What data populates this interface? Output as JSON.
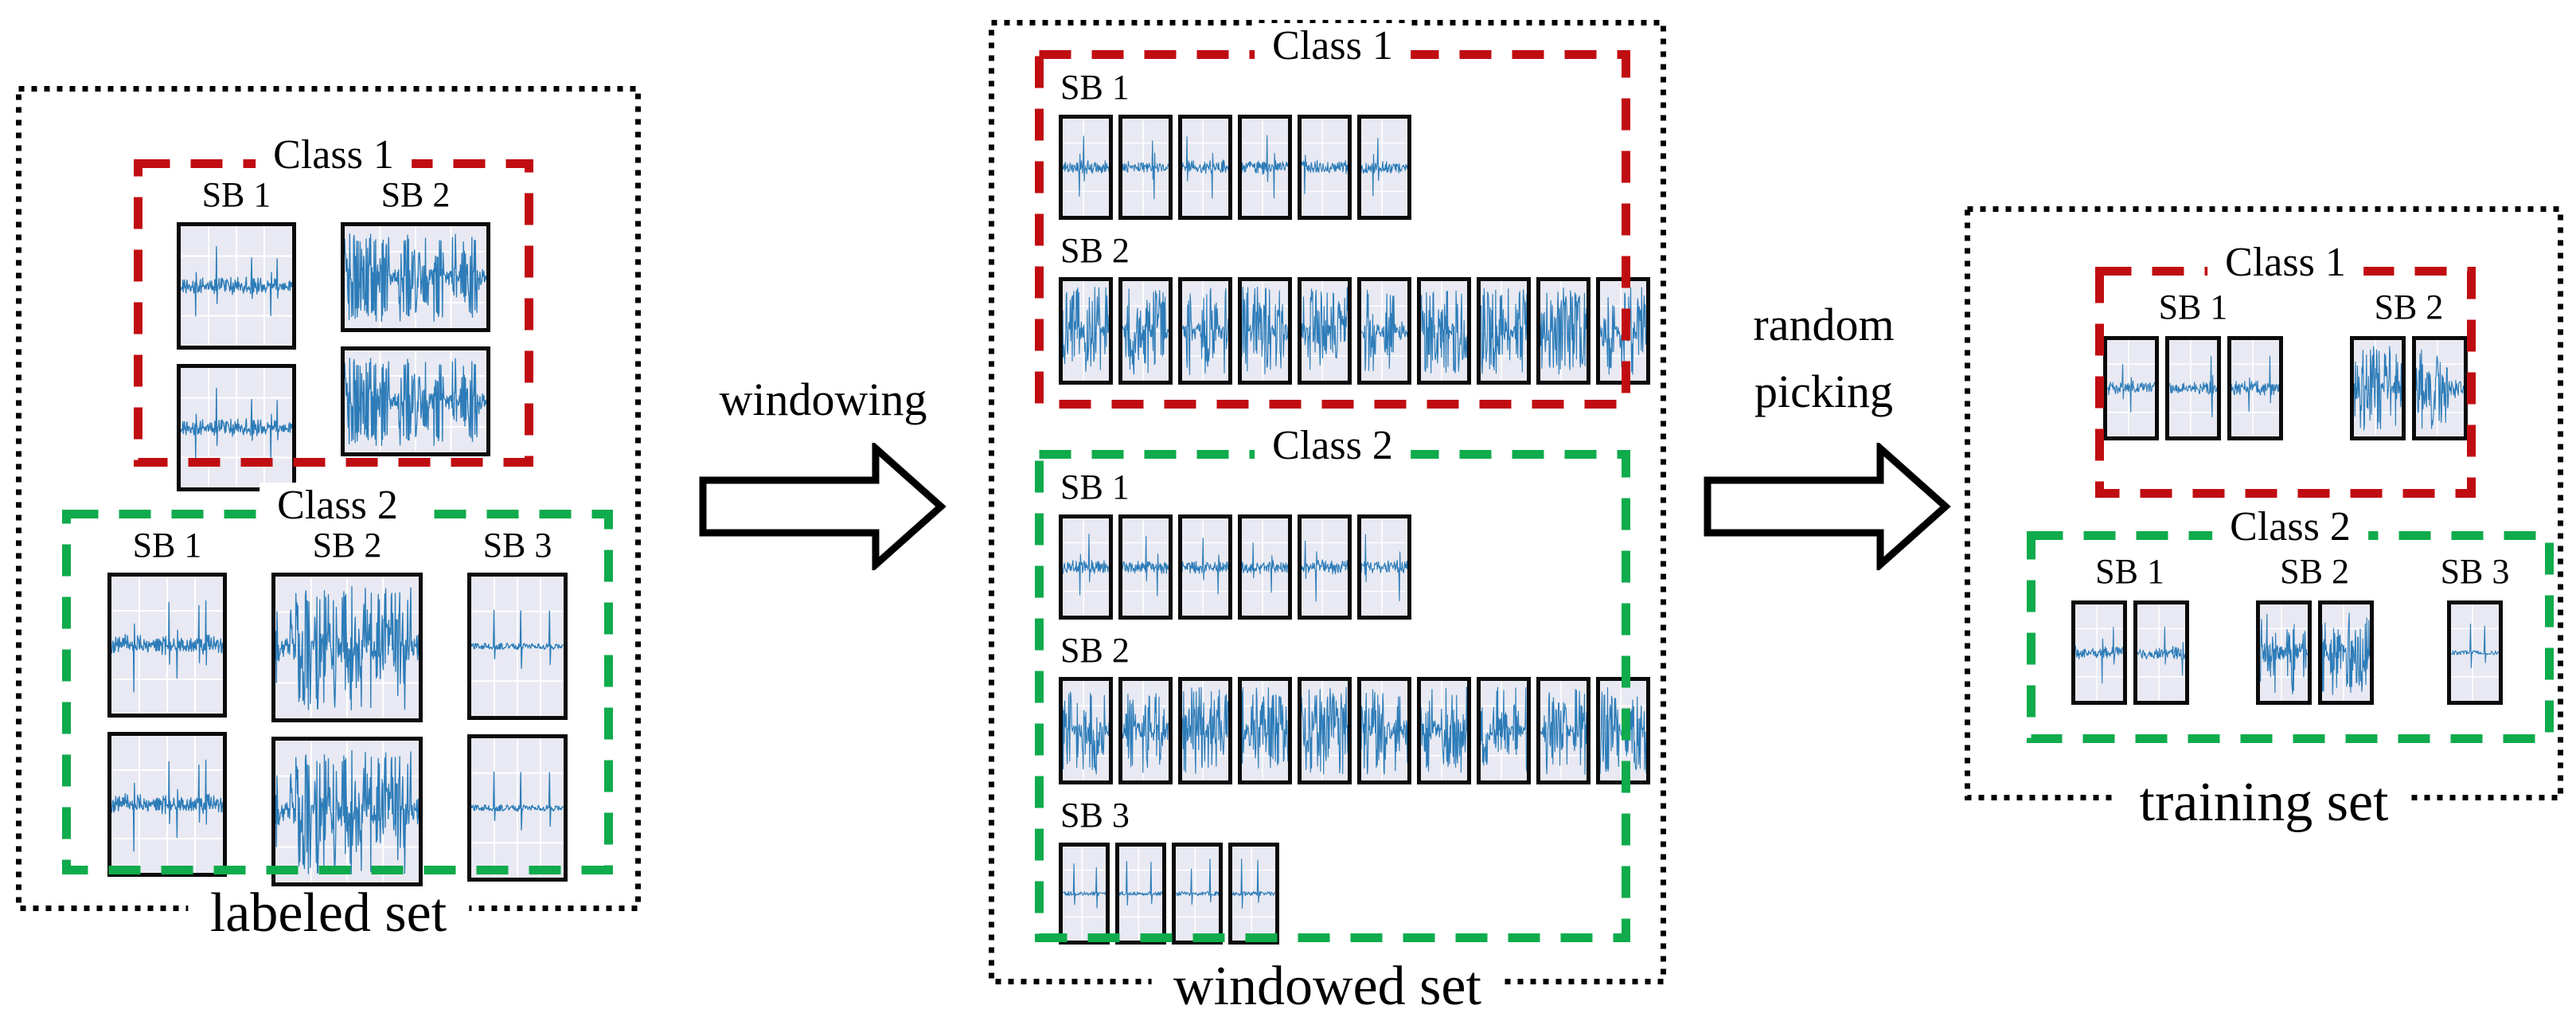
{
  "colors": {
    "class1_border": "#c00d12",
    "class2_border": "#0fab4c",
    "panel_border": "#000000",
    "waveform": "#2d7cb8",
    "plot_background": "#e8e9f2",
    "grid_line": "#ffffff"
  },
  "arrows": [
    {
      "name": "windowing-arrow",
      "lines": [
        "windowing"
      ]
    },
    {
      "name": "random-picking-arrow",
      "lines": [
        "random",
        "picking"
      ]
    }
  ],
  "panels": [
    {
      "id": "labeled",
      "caption": "labeled set",
      "layout": "grid",
      "classes": [
        {
          "title": "Class 1",
          "color": "class1",
          "groups": [
            {
              "label": "SB 1",
              "signal": "noisy",
              "plots": 2
            },
            {
              "label": "SB 2",
              "signal": "dense",
              "plots": 2
            }
          ]
        },
        {
          "title": "Class 2",
          "color": "class2",
          "groups": [
            {
              "label": "SB 1",
              "signal": "noisy",
              "plots": 2
            },
            {
              "label": "SB 2",
              "signal": "dense",
              "plots": 2
            },
            {
              "label": "SB 3",
              "signal": "quiet",
              "plots": 2
            }
          ]
        }
      ]
    },
    {
      "id": "windowed",
      "caption": "windowed set",
      "layout": "rows",
      "classes": [
        {
          "title": "Class 1",
          "color": "class1",
          "groups": [
            {
              "label": "SB 1",
              "signal": "noisy",
              "plots": 6
            },
            {
              "label": "SB 2",
              "signal": "dense",
              "plots": 10
            }
          ]
        },
        {
          "title": "Class 2",
          "color": "class2",
          "groups": [
            {
              "label": "SB 1",
              "signal": "noisy",
              "plots": 6
            },
            {
              "label": "SB 2",
              "signal": "dense",
              "plots": 10
            },
            {
              "label": "SB 3",
              "signal": "quiet",
              "plots": 4
            }
          ]
        }
      ]
    },
    {
      "id": "training",
      "caption": "training set",
      "layout": "grid",
      "classes": [
        {
          "title": "Class 1",
          "color": "class1",
          "groups": [
            {
              "label": "SB 1",
              "signal": "noisy",
              "plots": 3
            },
            {
              "label": "SB 2",
              "signal": "dense",
              "plots": 2
            }
          ]
        },
        {
          "title": "Class 2",
          "color": "class2",
          "groups": [
            {
              "label": "SB 1",
              "signal": "noisy",
              "plots": 2
            },
            {
              "label": "SB 2",
              "signal": "dense",
              "plots": 2
            },
            {
              "label": "SB 3",
              "signal": "quiet",
              "plots": 1
            }
          ]
        }
      ]
    }
  ]
}
